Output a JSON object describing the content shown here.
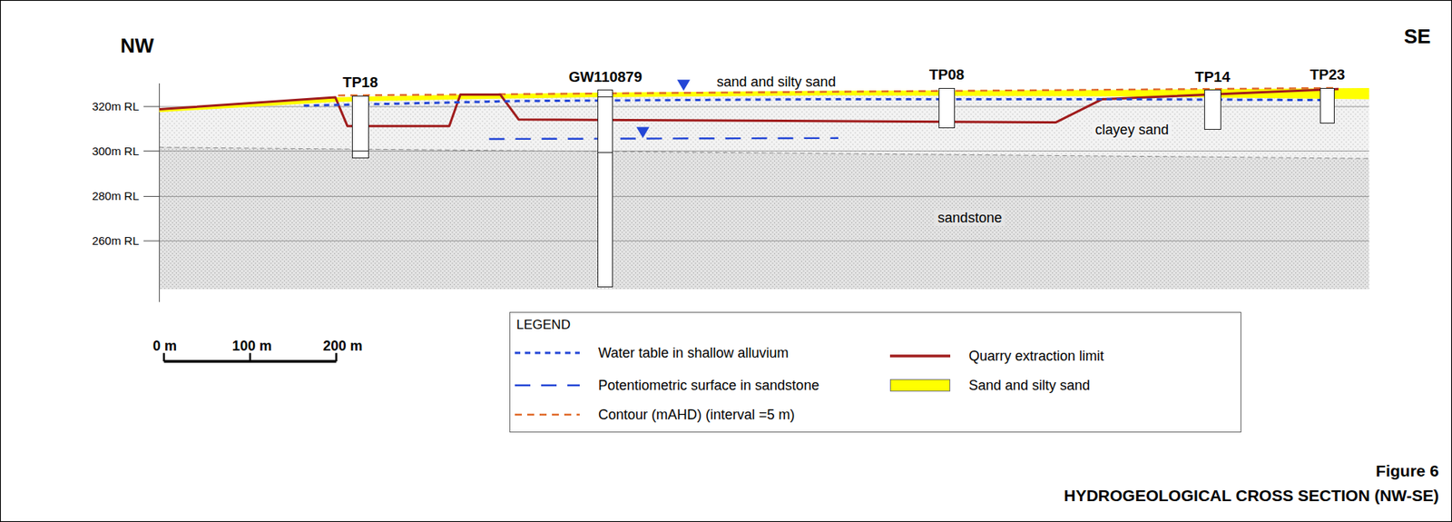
{
  "diagram": {
    "title": "HYDROGEOLOGICAL CROSS SECTION (NW-SE)",
    "caption": "Figure 6",
    "nodes": [
      {
        "text": [
          "TP18"
        ]
      },
      {
        "text": [
          "GW110879"
        ]
      },
      {
        "text": [
          "TP08"
        ]
      },
      {
        "text": [
          "TP14"
        ]
      },
      {
        "text": [
          "TP23"
        ]
      },
      {
        "text": [
          "LEGEND"
        ]
      }
    ],
    "labels": [
      "NW",
      "SE",
      "320m RL",
      "300m RL",
      "280m RL",
      "260m RL",
      "sand and silty sand",
      "clayey sand",
      "sandstone",
      "0 m",
      "100 m",
      "200 m"
    ],
    "legend": [
      {
        "text": "Water table in shallow alluvium"
      },
      {
        "text": "Potentiometric surface in sandstone"
      },
      {
        "text": "Contour (mAHD) (interval =5 m)"
      },
      {
        "text": "Quarry extraction limit"
      },
      {
        "text": "Sand and silty sand",
        "color": "#ffff00"
      }
    ]
  }
}
